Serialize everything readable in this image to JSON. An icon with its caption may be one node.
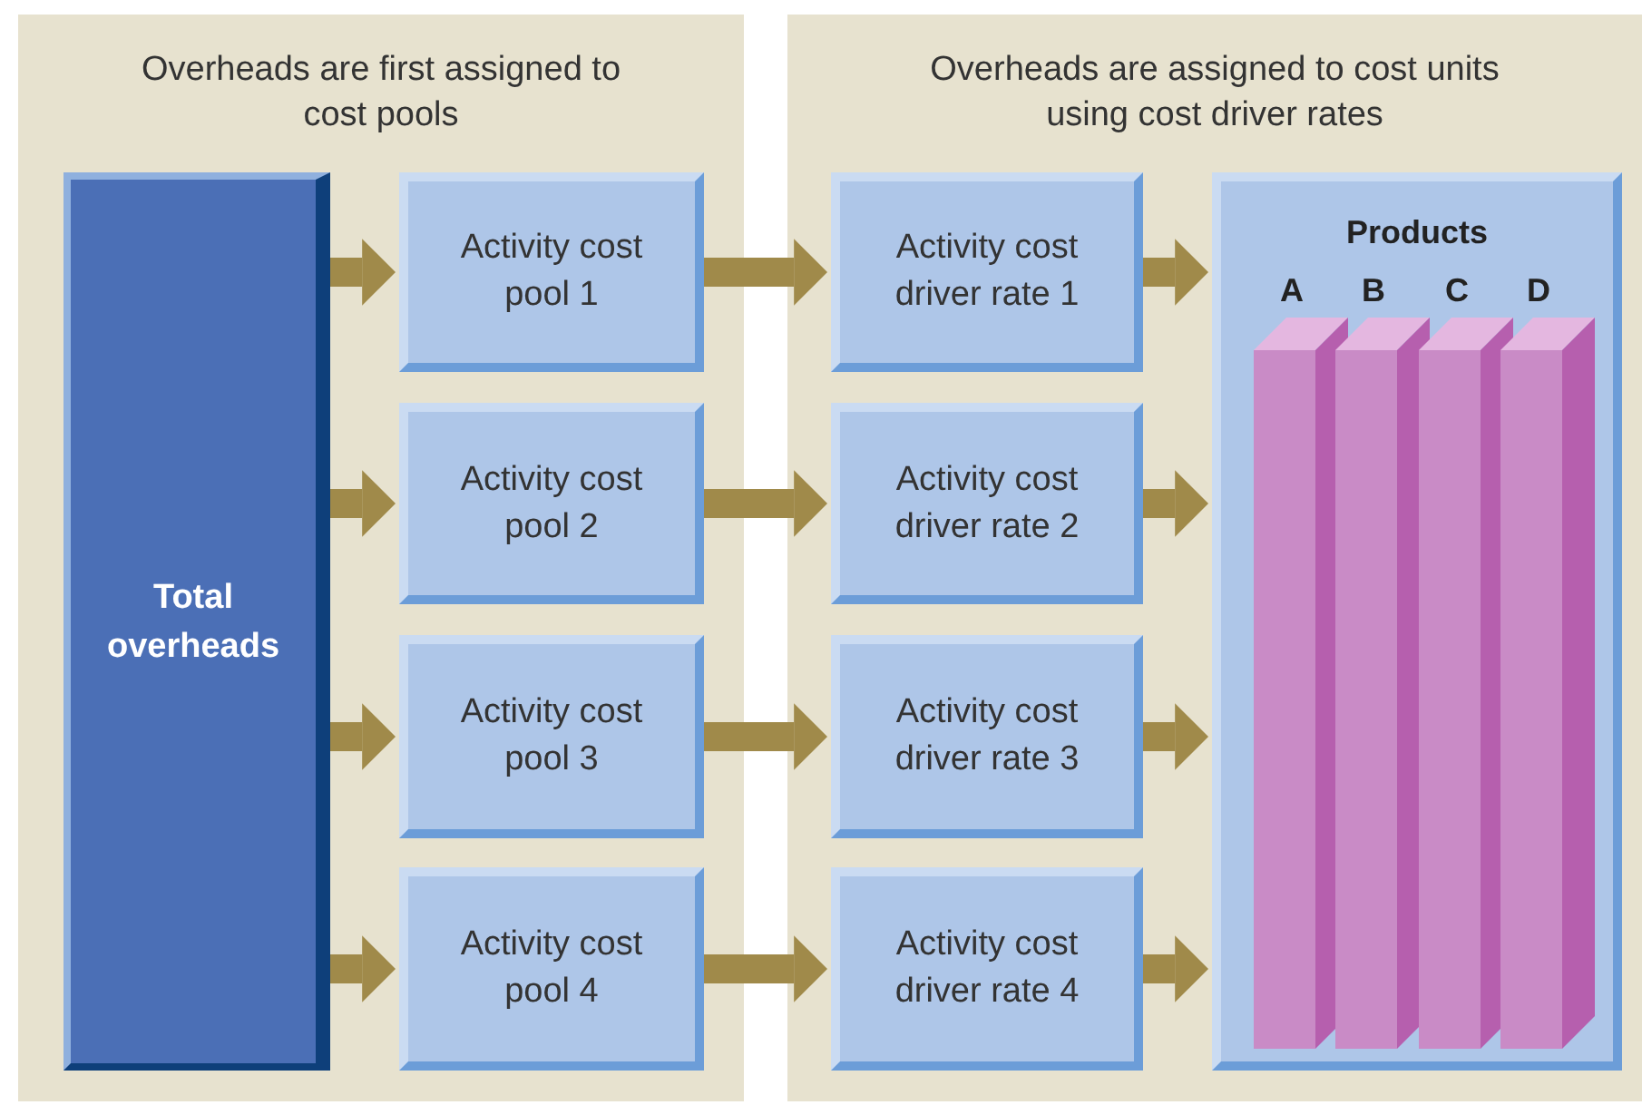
{
  "diagram": {
    "nodes": [
      {
        "text": [
          "Overheads are first assigned to cost pools"
        ]
      },
      {
        "text": [
          "Overheads are assigned to cost units using cost driver rates"
        ]
      },
      {
        "text": [
          "Total overheads"
        ],
        "in": 0
      },
      {
        "text": [
          "Activity cost pool 1"
        ],
        "in": 0
      },
      {
        "text": [
          "Activity cost pool 2"
        ],
        "in": 0
      },
      {
        "text": [
          "Activity cost pool 3"
        ],
        "in": 0
      },
      {
        "text": [
          "Activity cost pool 4"
        ],
        "in": 0
      },
      {
        "text": [
          "Activity cost driver rate 1"
        ],
        "in": 1
      },
      {
        "text": [
          "Activity cost driver rate 2"
        ],
        "in": 1
      },
      {
        "text": [
          "Activity cost driver rate 3"
        ],
        "in": 1
      },
      {
        "text": [
          "Activity cost driver rate 4"
        ],
        "in": 1
      },
      {
        "text": [
          "Products"
        ],
        "in": 1
      },
      {
        "text": [
          "A"
        ],
        "in": 11
      },
      {
        "text": [
          "B"
        ],
        "in": 11
      },
      {
        "text": [
          "C"
        ],
        "in": 11
      },
      {
        "text": [
          "D"
        ],
        "in": 11
      }
    ],
    "edges": [
      {
        "from": 2,
        "to": 3,
        "arrow": "to"
      },
      {
        "from": 2,
        "to": 4,
        "arrow": "to"
      },
      {
        "from": 2,
        "to": 5,
        "arrow": "to"
      },
      {
        "from": 2,
        "to": 6,
        "arrow": "to"
      },
      {
        "from": 3,
        "to": 7,
        "arrow": "to"
      },
      {
        "from": 4,
        "to": 8,
        "arrow": "to"
      },
      {
        "from": 5,
        "to": 9,
        "arrow": "to"
      },
      {
        "from": 6,
        "to": 10,
        "arrow": "to"
      },
      {
        "from": 7,
        "to": 11,
        "arrow": "to"
      },
      {
        "from": 8,
        "to": 11,
        "arrow": "to"
      },
      {
        "from": 9,
        "to": 11,
        "arrow": "to"
      },
      {
        "from": 10,
        "to": 11,
        "arrow": "to"
      }
    ]
  }
}
